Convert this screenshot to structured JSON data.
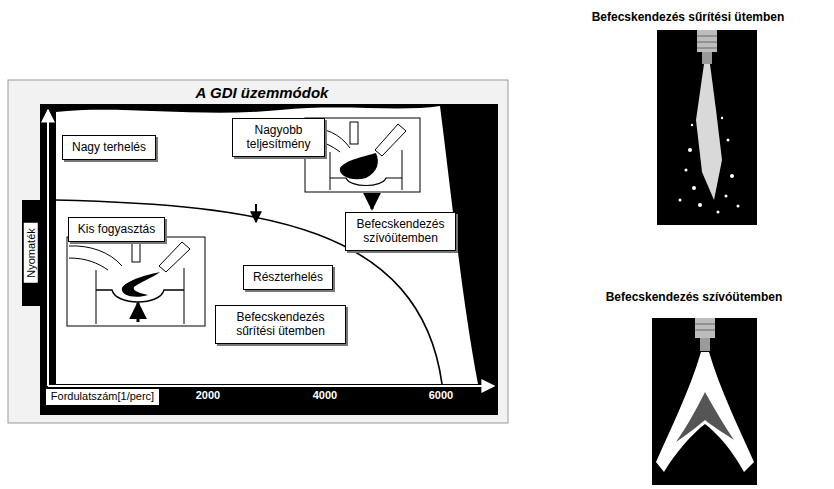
{
  "diagram": {
    "title": "A GDI üzemmódok",
    "nodes": [
      {
        "text": [
          "Nagyobb teljesítmény"
        ]
      },
      {
        "text": [
          "Nagy terhelés"
        ]
      },
      {
        "text": [
          "Kis fogyasztás"
        ]
      },
      {
        "text": [
          "Befecskendezés szívóütemben"
        ]
      },
      {
        "text": [
          "Részterhelés"
        ]
      },
      {
        "text": [
          "Befecskendezés sűrítési ütemben"
        ]
      },
      {
        "text": [
          "Fordulatszám[1/perc]"
        ]
      }
    ],
    "labels": [
      "Nyomaték",
      "2000",
      "4000",
      "6000",
      "Befecskendezés sűrítési ütemben",
      "Befecskendezés szívóütemben"
    ]
  }
}
